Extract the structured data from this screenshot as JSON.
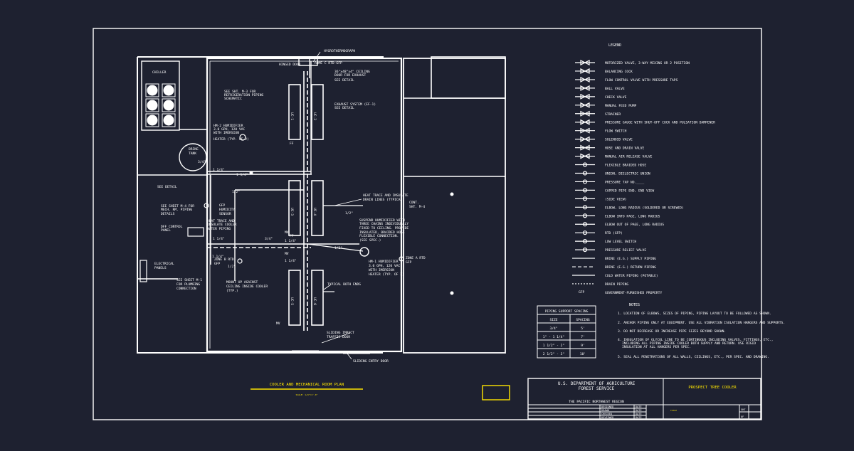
{
  "plan": {
    "labels": [
      "HYGROTHERMOGRAPH",
      "HINGED DOOR",
      "ROME C RTD-GFP",
      "36\"x48\"x4\" CEILING",
      "DOOR FOR EXHAUST",
      "SEE DETAIL",
      "SEE SHT. M-3 FOR",
      "REFRIGERATION PIPING",
      "SCHEMATIC",
      "EXHAUST SYSTEM (EF-1)",
      "SEE DETAIL",
      "HM-2 HUMIDIFIER",
      "3.0 GPH, 120 VAC",
      "WITH IMERSION",
      "HEATER (TYP. OF 2)",
      "BRINE",
      "TANK",
      "SEE DETAIL",
      "SEE SHEET M-4 FOR",
      "MECH. RM. PIPING",
      "DETAILS",
      "DFF CONTROL",
      "PANEL",
      "GFP",
      "HUMIDITY",
      "SENSOR",
      "HEAT TRACE AND",
      "INSULATE COOLER",
      "WATER PIPING",
      "ZONE B RTD",
      "GFP",
      "ELECTRICAL",
      "PANELS",
      "SEE SHEET M-1",
      "FOR PLUMBING",
      "CONNECTION",
      "MOUNT UP AGAINST",
      "CEILING INSIDE COOLER",
      "(TYP.)",
      "TYPICAL BOTH ENDS",
      "SLIDING IMPACT",
      "TRAFFIC DOOR",
      "SLIDING ENTRY DOOR",
      "HEAT TRACE AND INSULATE",
      "DRAIN LINES (TYPICAL)",
      "CONT.",
      "SHT. M-4",
      "SUSPEND HUMIDIFIER WITH",
      "THREE CHAINS INDIVIDUALLY",
      "FIXED TO CEILING. PROVIDE",
      "INSULATED, BRAIDED HOSE",
      "FLEXIBLE CONNECTION.",
      "(SEE SPEC.)",
      "HM-1 HUMIDIFIER",
      "3.0 GPH, 120 VAC",
      "WITH IMERSION",
      "HEATER (TYP. OF 2)",
      "ZONE A RTD",
      "GFP",
      "CHILLER",
      "1 1/4\"",
      "1 1/4\"",
      "1 1/4\"",
      "1 1/4\"",
      "1 1/4\"",
      "1 1/4\"",
      "1/2\"",
      "1/2\"",
      "1/2\"",
      "3/4\"",
      "3/4\"",
      "1/2\"",
      "MV",
      "MV",
      "MV",
      "UC-1",
      "UC-2",
      "UC-3",
      "UC-4",
      "UC-5",
      "UC-6",
      "FF",
      "FF"
    ],
    "title": "COOLER AND MECHANICAL ROOM PLAN",
    "scale": "SCALE: 1/4\"=1'-0\""
  },
  "legend": {
    "title": "LEGEND",
    "items": [
      "MOTORIZED VALVE, 3-WAY MIXING OR 2 POSITION",
      "BALANCING COCK",
      "FLOW CONTROL VALVE WITH PRESSURE TAPS",
      "BALL VALVE",
      "CHECK VALVE",
      "MANUAL FEED PUMP",
      "STRAINER",
      "PRESSURE GAUGE WITH SHUT-OFF COCK AND PULSATION DAMPENER",
      "FLOW SWITCH",
      "SOLENOID VALVE",
      "HOSE AND DRAIN VALVE",
      "MANUAL AIR RELEASE VALVE",
      "FLEXIBLE BRAIDED HOSE",
      "UNION, DIELECTRIC UNION",
      "PRESSURE TAP NO.____",
      "CAPPED PIPE END, END VIEW",
      "(SIDE VIEW)",
      "ELBOW, LONG RADIUS (SOLDERED OR SCREWED)",
      "ELBOW INTO PAGE, LONG RADIUS",
      "ELBOW OUT OF PAGE, LONG RADIUS",
      "RTD (GFP)",
      "LOW LEVEL SWITCH",
      "PRESSURE RELIEF VALVE",
      "BRINE (E.G.) SUPPLY PIPING",
      "BRINE (E.G.) RETURN PIPING",
      "COLD WATER PIPING (POTABLE)",
      "DRAIN PIPING",
      "GOVERNMENT-FURNISHED PROPERTY"
    ],
    "gfp_abbr": "GFP"
  },
  "notes": {
    "title": "NOTES",
    "items": [
      "1. LOCATION OF ELBOWS, SIZES OF PIPING, PIPING LAYOUT TO BE FOLLOWED AS SHOWN.",
      "2. ANCHOR PIPING ONLY AT EQUIPMENT. USE ALL VIBRATION ISOLATION HANGERS AND SUPPORTS.",
      "3. DO NOT DECREASE OR INCREASE PIPE SIZES BEYOND SHOWN.",
      "4. INSULATION OF GLYCOL LINE TO BE CONTINUOUS INCLUDING VALVES, FITTINGS, ETC.,",
      "INCLUDING ALL PIPING INSIDE COOLER BOTH SUPPLY AND RETURN. USE RIGID",
      "INSULATION AT ALL HANGERS PER SPEC.",
      "5. SEAL ALL PENETRATIONS OF ALL WALLS, CEILINGS, ETC., PER SPEC. AND DRAWING."
    ]
  },
  "support_table": {
    "title": "PIPING SUPPORT SPACING",
    "headers": [
      "SIZE",
      "SPACING"
    ],
    "rows": [
      [
        "3/4\"",
        "5'"
      ],
      [
        "1\" - 1 1/4\"",
        "7'"
      ],
      [
        "1 1/2\" - 2\"",
        "9'"
      ],
      [
        "2 1/2\" - 3\"",
        "10'"
      ]
    ]
  },
  "title_block": {
    "agency_1": "U.S. DEPARTMENT OF AGRICULTURE",
    "agency_2": "FOREST SERVICE",
    "region": "THE PACIFIC NORTHWEST REGION",
    "project": "PROSPECT TREE COOLER",
    "sheet_name": "TITLE",
    "row_labels": [
      "DESIGNED",
      "DRAWN",
      "CHECKED",
      "REVIEWED"
    ],
    "date_label": "DATE",
    "sheet_label": "SHT",
    "sheet_of": "OF"
  },
  "colors": {
    "background": "#1e2130",
    "linework": "#ffffff",
    "highlight": "#ffe600"
  }
}
